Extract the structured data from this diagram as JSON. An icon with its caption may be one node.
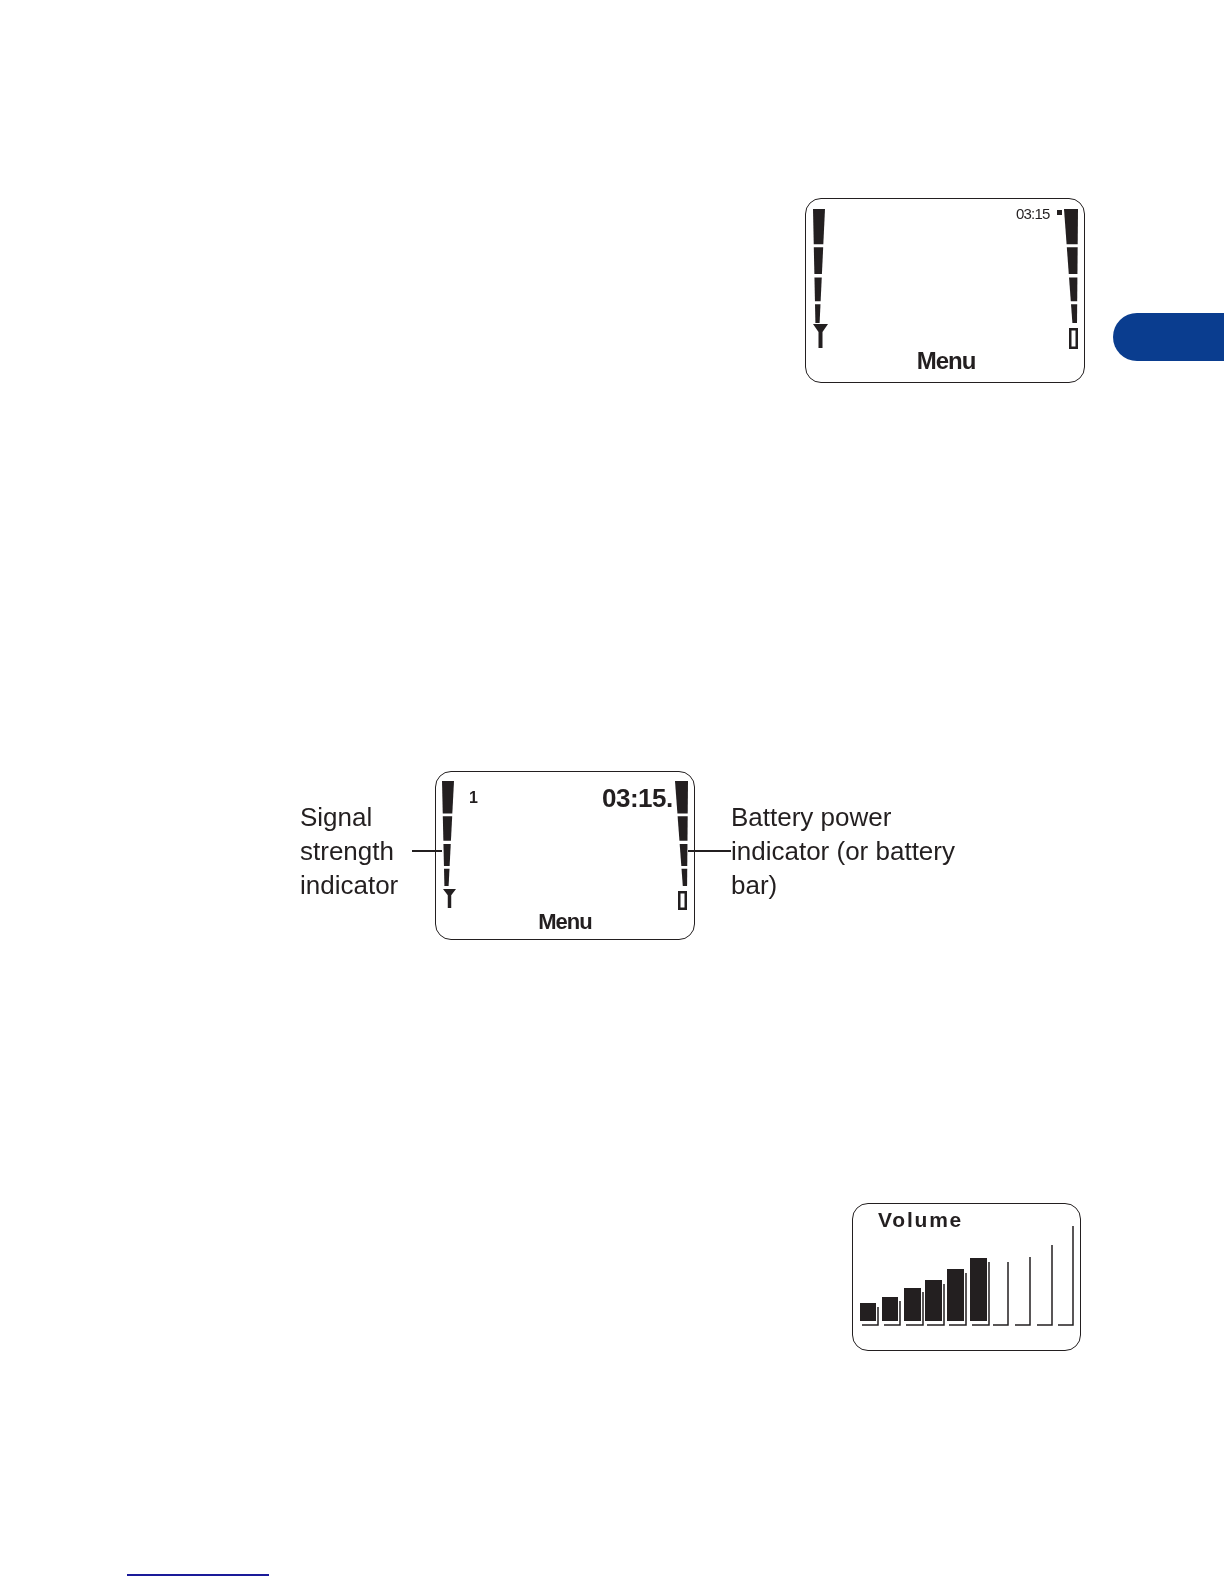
{
  "diagram": {
    "nodes": [
      {
        "text": [
          "03:15",
          "Menu"
        ]
      },
      {
        "text": [],
        "shape": "tab"
      },
      {
        "text": [
          "Signal strength indicator"
        ]
      },
      {
        "text": [
          "1",
          "03:15.",
          "Menu"
        ]
      },
      {
        "text": [],
        "shape": "bar",
        "in": 3
      },
      {
        "text": [],
        "shape": "bar",
        "in": 3
      },
      {
        "text": [
          "Battery power indicator (or battery bar)"
        ]
      },
      {
        "text": [
          "Volume"
        ]
      }
    ],
    "edges": [
      {
        "from": 2,
        "to": 4,
        "arrow": "none"
      },
      {
        "from": 6,
        "to": 5,
        "arrow": "none"
      }
    ]
  }
}
